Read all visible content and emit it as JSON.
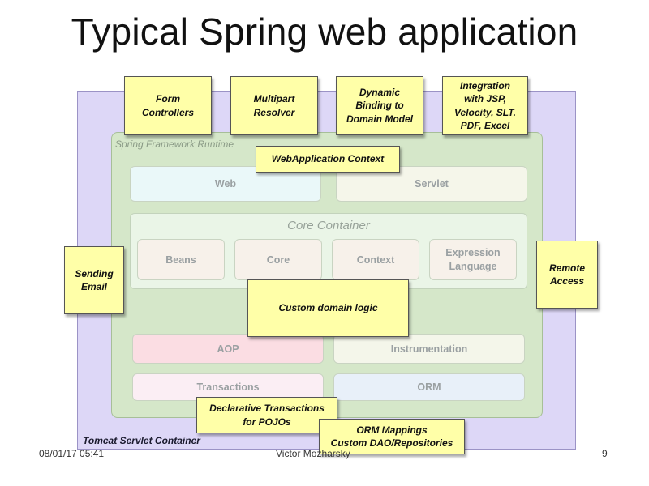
{
  "slide": {
    "title": "Typical Spring web application"
  },
  "containers": {
    "tomcat_label": "Tomcat Servlet Container",
    "spring_label": "Spring Framework Runtime",
    "core_container_label": "Core Container"
  },
  "modules": {
    "web": "Web",
    "servlet": "Servlet",
    "beans": "Beans",
    "core": "Core",
    "context": "Context",
    "expression_language": [
      "Expression",
      "Language"
    ],
    "aop": "AOP",
    "instrumentation": "Instrumentation",
    "transactions": "Transactions",
    "orm": "ORM"
  },
  "notes": {
    "form_controllers": [
      "Form",
      "Controllers"
    ],
    "multipart_resolver": [
      "Multipart",
      "Resolver"
    ],
    "dynamic_binding": [
      "Dynamic",
      "Binding to",
      "Domain Model"
    ],
    "integration": [
      "Integration",
      "with JSP,",
      "Velocity, SLT.",
      "PDF, Excel"
    ],
    "webapp_context": "WebApplication Context",
    "sending_email": [
      "Sending",
      "Email"
    ],
    "remote_access": [
      "Remote",
      "Access"
    ],
    "custom_domain_logic": "Custom domain logic",
    "declarative_transactions": [
      "Declarative Transactions",
      "for POJOs"
    ],
    "orm_mappings": [
      "ORM Mappings",
      "Custom DAO/Repositories"
    ]
  },
  "footer": {
    "date": "08/01/17 05:41",
    "author": "Victor Mozharsky",
    "page": "9"
  },
  "colors": {
    "tomcat_bg": "#ddd7f7",
    "spring_bg": "#d5e7c9",
    "note_bg": "#ffffa8"
  }
}
